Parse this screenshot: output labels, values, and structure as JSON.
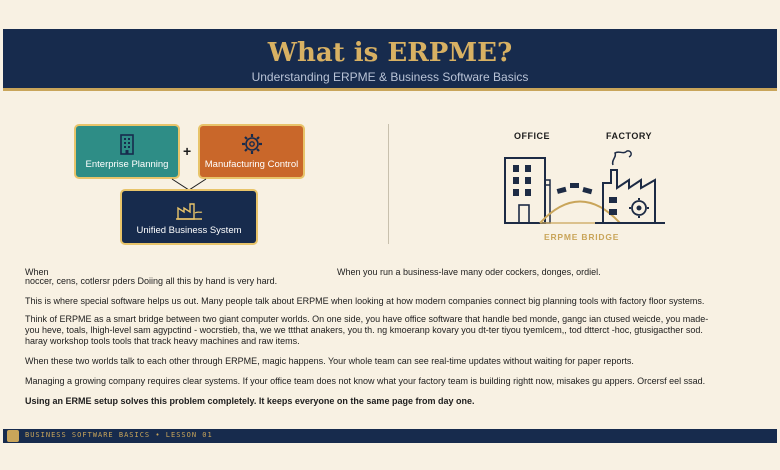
{
  "header": {
    "title": "What is ERPME?",
    "subtitle": "Understanding ERPME & Business Software Basics"
  },
  "diagram": {
    "enterprise_planning": "Enterprise Planning",
    "plus": "+",
    "manufacturing_control": "Manufacturing Control",
    "unified_system": "Unified Business System",
    "office_label": "OFFICE",
    "factory_label": "FACTORY",
    "bridge_label": "ERPME BRIDGE"
  },
  "body": {
    "line1_left": "When",
    "line1_right": "When you run a business-lave many oder cockers, donges, ordiel.",
    "line2": "noccer, cens, cotlersr pders Doiing all this by hand is very hard.",
    "p1": "This is where special software helps us out. Many people talk about ERPME when looking at how modern companies connect big planning tools with factory floor systems.",
    "p2_line1": "Think of ERPME as a smart bridge between two giant computer worlds. On one side, you have office software that handle bed monde, gangc ian ctused weicde, you made-",
    "p2_line2": "you heve, toals, lhigh-level sam agypctind - wocrstieb, tha, we we ttthat anakers, you th. ng kmoeranp kovary you dt-ter tiyou tуemlcem,, tod dtterct -hoc, gtusigacther sod.",
    "p2_line3": "haray workshop tools tools that track heavy machines and raw items.",
    "p3": "When these two worlds talk to each other through ERPME, magic happens. Your whole team can see real-time updates without waiting for paper reports.",
    "p4": "Managing a growing company requires clear systems. If your office team does not know what your factory team is building rightt now, misakes gu appers. Orcersf eel ssad.",
    "p5": "Using an ERME setup solves this problem completely. It keeps everyone on the same page from day one."
  },
  "footer": {
    "text": "BUSINESS SOFTWARE BASICS • LESSON 01"
  },
  "colors": {
    "navy": "#172b4d",
    "gold": "#c9a55a",
    "teal": "#2e8d86",
    "orange": "#c9672a",
    "cream": "#f8f1e3"
  },
  "icons": [
    "building-icon",
    "gear-cog-icon",
    "factory-hands-icon",
    "office-building-icon",
    "factory-icon",
    "logo-icon"
  ]
}
